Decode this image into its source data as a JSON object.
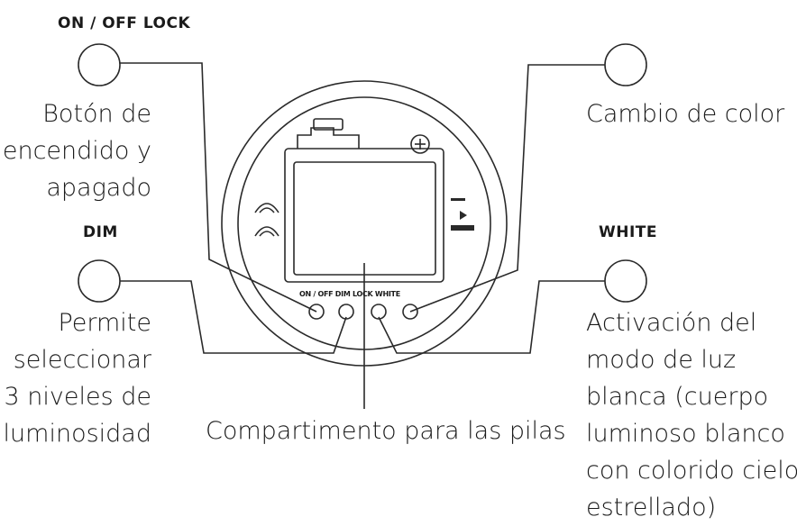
{
  "labels": {
    "onoff_heading": "ON / OFF LOCK",
    "onoff_desc": [
      "Botón de",
      "encendido y",
      "apagado"
    ],
    "dim_heading": "DIM",
    "dim_desc": [
      "Permite",
      "seleccionar",
      "3 niveles de",
      "luminosidad"
    ],
    "color_desc": [
      "Cambio de color"
    ],
    "white_heading": "WHITE",
    "white_desc": [
      "Activación del",
      "modo de luz",
      "blanca (cuerpo",
      "luminoso blanco",
      "con colorido cielo",
      "estrellado)"
    ],
    "battery_desc": "Compartimento para las pilas",
    "button_strip": "ON / OFF DIM LOCK WHITE"
  },
  "colors": {
    "line": "#2a2a2a",
    "text": "#1a1a1a"
  },
  "icons": {
    "plus": "plus-icon",
    "sound": "sound-wave-icon",
    "play": "play-indicator-icon"
  }
}
